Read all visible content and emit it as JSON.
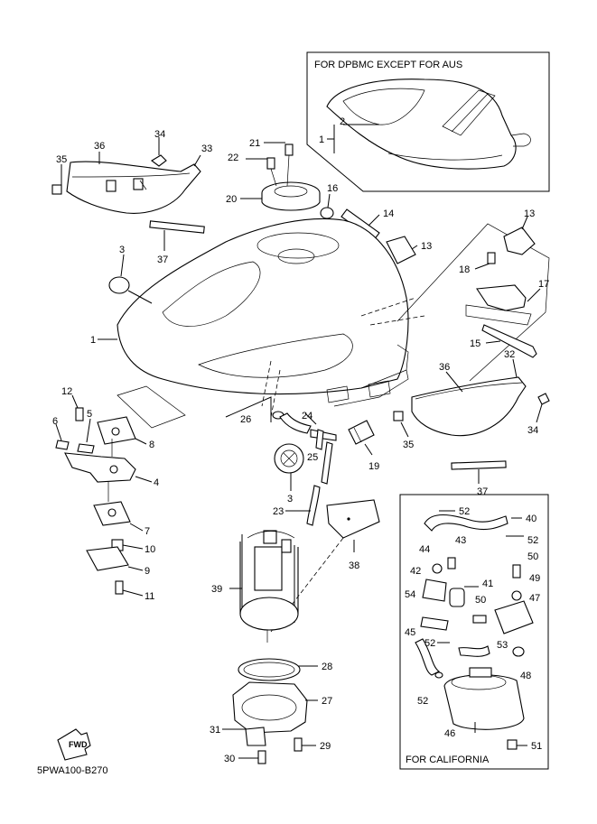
{
  "diagram": {
    "inset_top_caption": "FOR DPBMC EXCEPT FOR AUS",
    "inset_bottom_caption": "FOR CALIFORNIA",
    "fwd_label": "FWD",
    "drawing_code": "5PWA100-B270",
    "callouts": {
      "c1a": "1",
      "c1b": "1",
      "c2": "2",
      "c3a": "3",
      "c3b": "3",
      "c4": "4",
      "c5": "5",
      "c6": "6",
      "c7": "7",
      "c8": "8",
      "c9": "9",
      "c10": "10",
      "c11": "11",
      "c12": "12",
      "c13a": "13",
      "c13b": "13",
      "c14": "14",
      "c15": "15",
      "c16": "16",
      "c17": "17",
      "c18": "18",
      "c19": "19",
      "c20": "20",
      "c21": "21",
      "c22": "22",
      "c23": "23",
      "c24": "24",
      "c25": "25",
      "c26": "26",
      "c27": "27",
      "c28": "28",
      "c29": "29",
      "c30": "30",
      "c31": "31",
      "c32": "32",
      "c33": "33",
      "c34a": "34",
      "c34b": "34",
      "c35a": "35",
      "c35b": "35",
      "c36a": "36",
      "c36b": "36",
      "c37a": "37",
      "c37b": "37",
      "c38": "38",
      "c39": "39",
      "c40": "40",
      "c41": "41",
      "c42": "42",
      "c43": "43",
      "c44": "44",
      "c45": "45",
      "c46": "46",
      "c47": "47",
      "c48": "48",
      "c49": "49",
      "c50a": "50",
      "c50b": "50",
      "c51": "51",
      "c52a": "52",
      "c52b": "52",
      "c52c": "52",
      "c52d": "52",
      "c53": "53",
      "c54": "54"
    }
  }
}
